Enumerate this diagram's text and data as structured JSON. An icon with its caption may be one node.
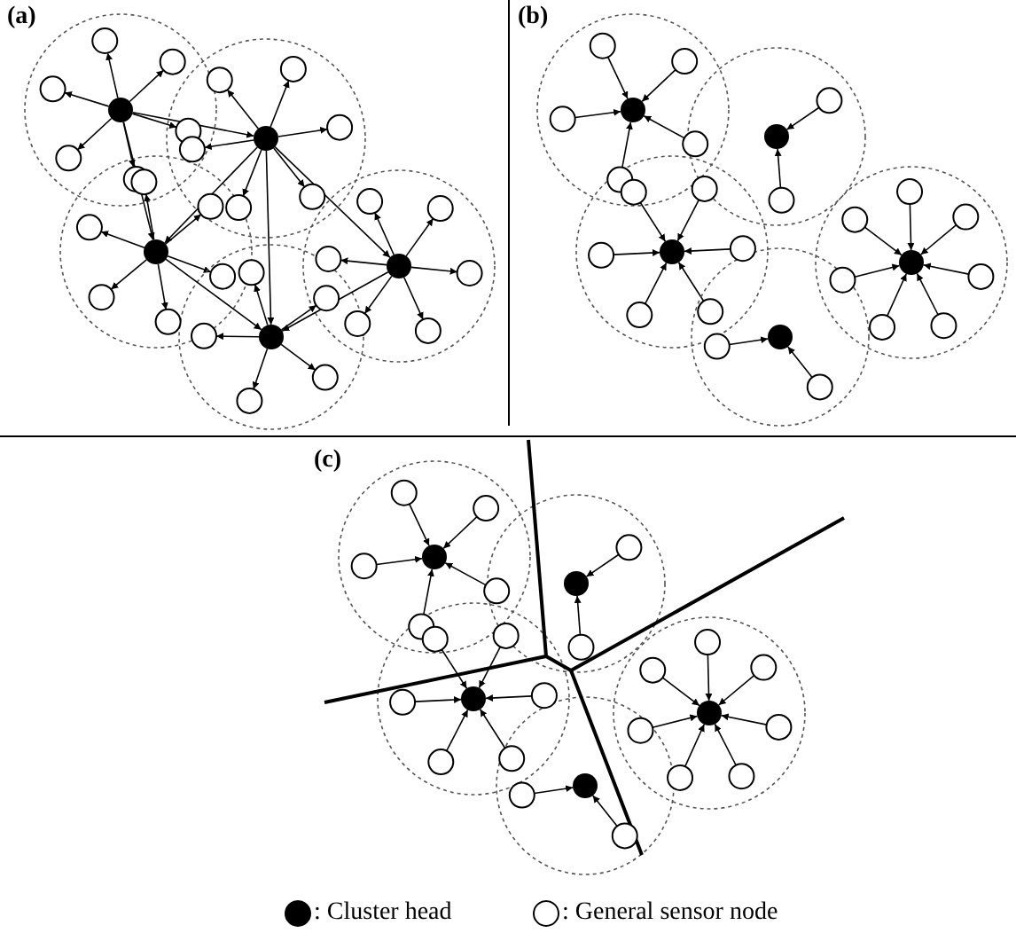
{
  "diagram": {
    "labels": [
      "(a)",
      "(b)",
      "(c)"
    ],
    "legend": [
      {
        "text": ": Cluster head"
      },
      {
        "text": ": General sensor node"
      }
    ]
  }
}
